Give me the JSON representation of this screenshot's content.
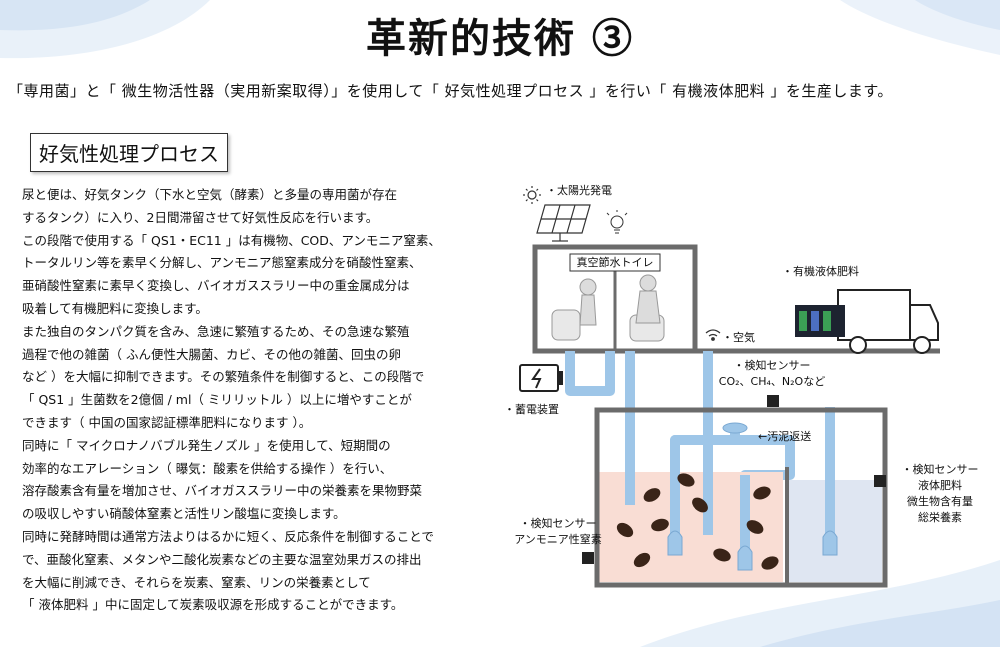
{
  "title": "革新的技術 ③",
  "subtitle": "「専用菌」と「 微生物活性器（実用新案取得）」を使用して「 好気性処理プロセス 」を行い「 有機液体肥料 」を生産します。",
  "section_heading": "好気性処理プロセス",
  "body_lines": [
    "尿と便は、好気タンク（下水と空気（酵素）と多量の専用菌が存在",
    "するタンク）に入り、2日間滞留させて好気性反応を行います。",
    "この段階で使用する「 QS1・EC11 」は有機物、COD、アンモニア窒素、",
    "トータルリン等を素早く分解し、アンモニア態窒素成分を硝酸性窒素、",
    "亜硝酸性窒素に素早く変換し、バイオガススラリー中の重金属成分は",
    "吸着して有機肥料に変換します。",
    "また独自のタンパク質を含み、急速に繁殖するため、その急速な繁殖",
    "過程で他の雑菌（ ふん便性大腸菌、カビ、その他の雑菌、回虫の卵",
    "など ）を大幅に抑制できます。その繁殖条件を制御すると、この段階で",
    "「 QS1 」生菌数を2億個 / ml（ ミリリットル ）以上に増やすことが",
    "できます（ 中国の国家認証標準肥料になります ）。",
    "同時に「 マイクロナノバブル発生ノズル 」を使用して、短期間の",
    "効率的なエアレーション（ 曝気：酸素を供給する操作 ）を行い、",
    "溶存酸素含有量を増加させ、バイオガススラリー中の栄養素を果物野菜",
    "の吸収しやすい硝酸体窒素と活性リン酸塩に変換します。",
    "同時に発酵時間は通常方法よりはるかに短く、反応条件を制御することで",
    "で、亜酸化窒素、メタンや二酸化炭素などの主要な温室効果ガスの排出",
    "を大幅に削減でき、それらを炭素、窒素、リンの栄養素として",
    "「 液体肥料 」中に固定して炭素吸収源を形成することができます。"
  ],
  "diagram": {
    "solar": "・太陽光発電",
    "toilet": "真空節水トイレ",
    "fertilizer": "・有機液体肥料",
    "air": "・空気",
    "battery": "・蓄電装置",
    "sensor_gas_1": "・検知センサー",
    "sensor_gas_2": "CO₂、CH₄、N₂Oなど",
    "sludge_return": "←汚泥返送",
    "sensor_ammonia_1": "・検知センサー",
    "sensor_ammonia_2": "アンモニア性窒素",
    "sensor_liquid_1": "・検知センサー",
    "sensor_liquid_2": "液体肥料",
    "sensor_liquid_3": "微生物含有量",
    "sensor_liquid_4": "総栄養素"
  },
  "icons": [
    "sun-icon",
    "solar-panel-icon",
    "light-bulb-icon",
    "toilet-user-icon",
    "truck-icon",
    "wifi-icon",
    "battery-icon",
    "chip-sensor-icon",
    "bacteria-icon",
    "nozzle-icon"
  ],
  "colors": {
    "pipe": "#9ec6e8",
    "tank_left": "#f9ddd4",
    "tank_right": "#dfe6f2",
    "wall": "#6b6b6b",
    "microbe": "#3a2418"
  }
}
